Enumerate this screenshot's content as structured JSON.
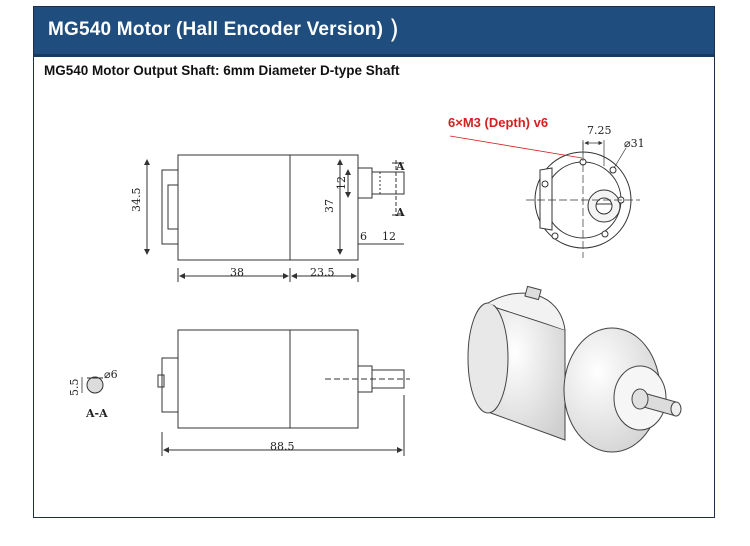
{
  "header": {
    "title": "MG540 Motor (Hall Encoder Version)",
    "deco": ")"
  },
  "subtitle": "MG540 Motor Output Shaft: 6mm Diameter D-type Shaft",
  "colors": {
    "header_bg": "#1f4e7e",
    "callout": "#d42020",
    "line": "#333333"
  },
  "callout": "6×M3 (Depth) v6",
  "front_view": {
    "bolt_spacing": "7.25",
    "diameter": "⌀31"
  },
  "side_view": {
    "height_left": "34.5",
    "body_diameter": "37",
    "shaft_height": "12",
    "shaft_offset": "6",
    "shaft_length": "12",
    "body_length": "38",
    "gearbox_length": "23.5",
    "section_mark": "A"
  },
  "bottom_view": {
    "total_length": "88.5"
  },
  "section": {
    "flat": "5.5",
    "diameter": "⌀6",
    "label": "A-A"
  }
}
